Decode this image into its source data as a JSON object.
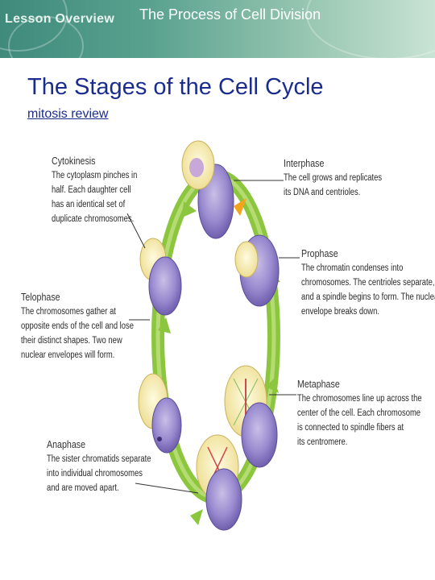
{
  "header": {
    "left_title": "Lesson Overview",
    "right_title": "The Process of Cell Division"
  },
  "slide": {
    "title": "The Stages of the Cell Cycle",
    "link_text": "mitosis review"
  },
  "diagram": {
    "labels": {
      "cytokinesis": {
        "title": "Cytokinesis",
        "lines": [
          "The cytoplasm pinches in",
          "half. Each daughter cell",
          "has an identical set of",
          "duplicate chromosomes."
        ]
      },
      "interphase": {
        "title": "Interphase",
        "lines": [
          "The cell grows and replicates",
          "its DNA and centrioles."
        ]
      },
      "prophase": {
        "title": "Prophase",
        "lines": [
          "The chromatin condenses into",
          "chromosomes. The centrioles separate,",
          "and a spindle begins to form. The nuclear",
          "envelope breaks down."
        ]
      },
      "telophase": {
        "title": "Telophase",
        "lines": [
          "The chromosomes gather at",
          "opposite ends of the cell and lose",
          "their distinct shapes. Two new",
          "nuclear envelopes will form."
        ]
      },
      "metaphase": {
        "title": "Metaphase",
        "lines": [
          "The chromosomes line up across the",
          "center of the cell. Each chromosome",
          "is connected to spindle fibers at",
          "its centromere."
        ]
      },
      "anaphase": {
        "title": "Anaphase",
        "lines": [
          "The sister chromatids separate",
          "into individual chromosomes",
          "and are moved apart."
        ]
      }
    },
    "colors": {
      "ring": "#8cc63f",
      "arrow_orange": "#f7a21b",
      "cell_purple": "#8b7bc2",
      "cell_yellow": "#f3e8a6"
    }
  }
}
